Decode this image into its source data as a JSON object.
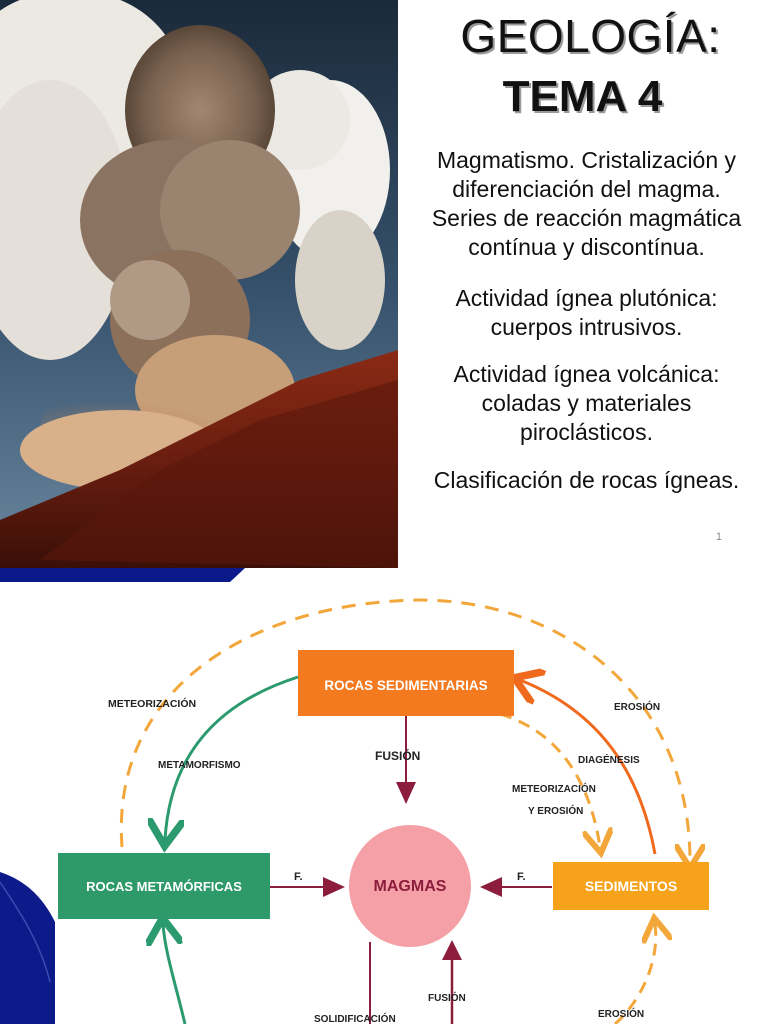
{
  "slide": {
    "title_line1": "GEOLOGÍA:",
    "title_line2": "TEMA 4",
    "paragraphs": [
      [
        "Magmatismo. Cristalización y",
        "diferenciación del magma.",
        "Series de reacción magmática",
        "contínua y discontínua."
      ],
      [
        "Actividad ígnea plutónica:",
        "cuerpos intrusivos."
      ],
      [
        "Actividad ígnea volcánica:",
        "coladas y materiales",
        "piroclásticos."
      ],
      [
        "Clasificación de rocas ígneas."
      ]
    ],
    "page_number": "1"
  },
  "diagram": {
    "boxes": {
      "sedimentarias": "ROCAS SEDIMENTARIAS",
      "metamorficas": "ROCAS METAMÓRFICAS",
      "magmas": "MAGMAS",
      "sedimentos": "SEDIMENTOS"
    },
    "labels": {
      "meteorizacion": "METEORIZACIÓN",
      "metamorfismo": "METAMORFISMO",
      "fusion_top": "FUSIÓN",
      "erosion_top": "EROSIÓN",
      "diagenesis": "DIAGÉNESIS",
      "meteorizacion_y_1": "METEORIZACIÓN",
      "meteorizacion_y_2": "Y EROSIÓN",
      "f_left": "F.",
      "f_right": "F.",
      "fusion_bottom": "FUSIÓN",
      "solidificacion": "SOLIDIFICACIÓN",
      "erosion_bottom": "EROSIÓN"
    },
    "colors": {
      "orange_box": "#f47a1f",
      "green_box": "#2e9a6a",
      "magma_circle": "#f4a0a6",
      "sedimentos_box": "#f7a21b",
      "dashed": "#f3a63a",
      "maroon_arrow": "#8c1d3c",
      "green_arrow": "#2b9a6e"
    }
  }
}
